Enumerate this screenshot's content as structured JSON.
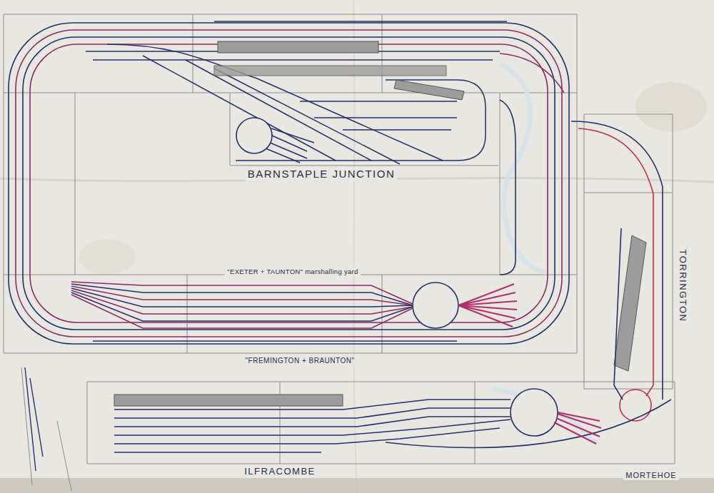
{
  "diagram": {
    "labels": [
      "BARNSTAPLE JUNCTION",
      "\"EXETER + TAUNTON\" marshalling yard",
      "\"FREMINGTON + BRAUNTON\"",
      "TORRINGTON",
      "ILFRACOMBE",
      "MORTEHOE"
    ]
  }
}
